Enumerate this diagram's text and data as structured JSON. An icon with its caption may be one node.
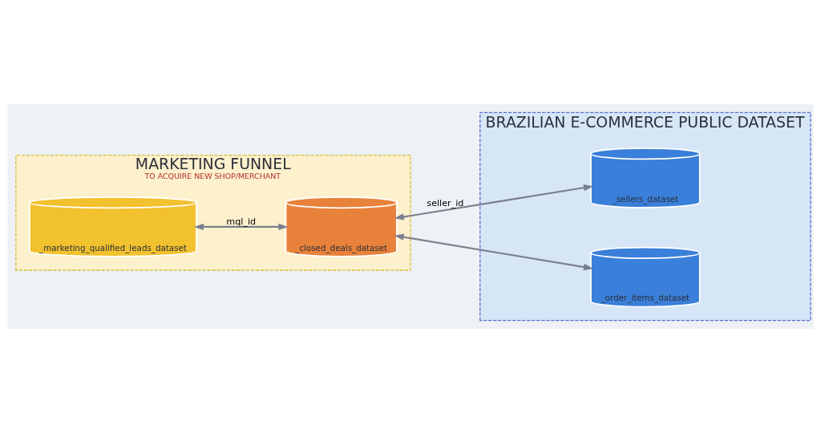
{
  "diagram": {
    "nodes": [
      {
        "text": [
          "MARKETING FUNNEL",
          "TO ACQUIRE NEW SHOP/MERCHANT"
        ]
      },
      {
        "text": [
          "_marketing_qualified_leads_dataset"
        ],
        "in": 0
      },
      {
        "text": [
          "_closed_deals_dataset"
        ],
        "in": 0
      },
      {
        "text": [
          "BRAZILIAN E-COMMERCE PUBLIC DATASET"
        ]
      },
      {
        "text": [
          "_sellers_dataset"
        ],
        "in": 3
      },
      {
        "text": [
          "_order_items_dataset"
        ],
        "in": 3
      }
    ],
    "edges": [
      {
        "from": 1,
        "to": 2,
        "arrow": "both",
        "label": "mql_id"
      },
      {
        "from": 2,
        "to": 4,
        "arrow": "both",
        "label": "seller_id"
      },
      {
        "from": 2,
        "to": 5,
        "arrow": "both"
      }
    ]
  }
}
